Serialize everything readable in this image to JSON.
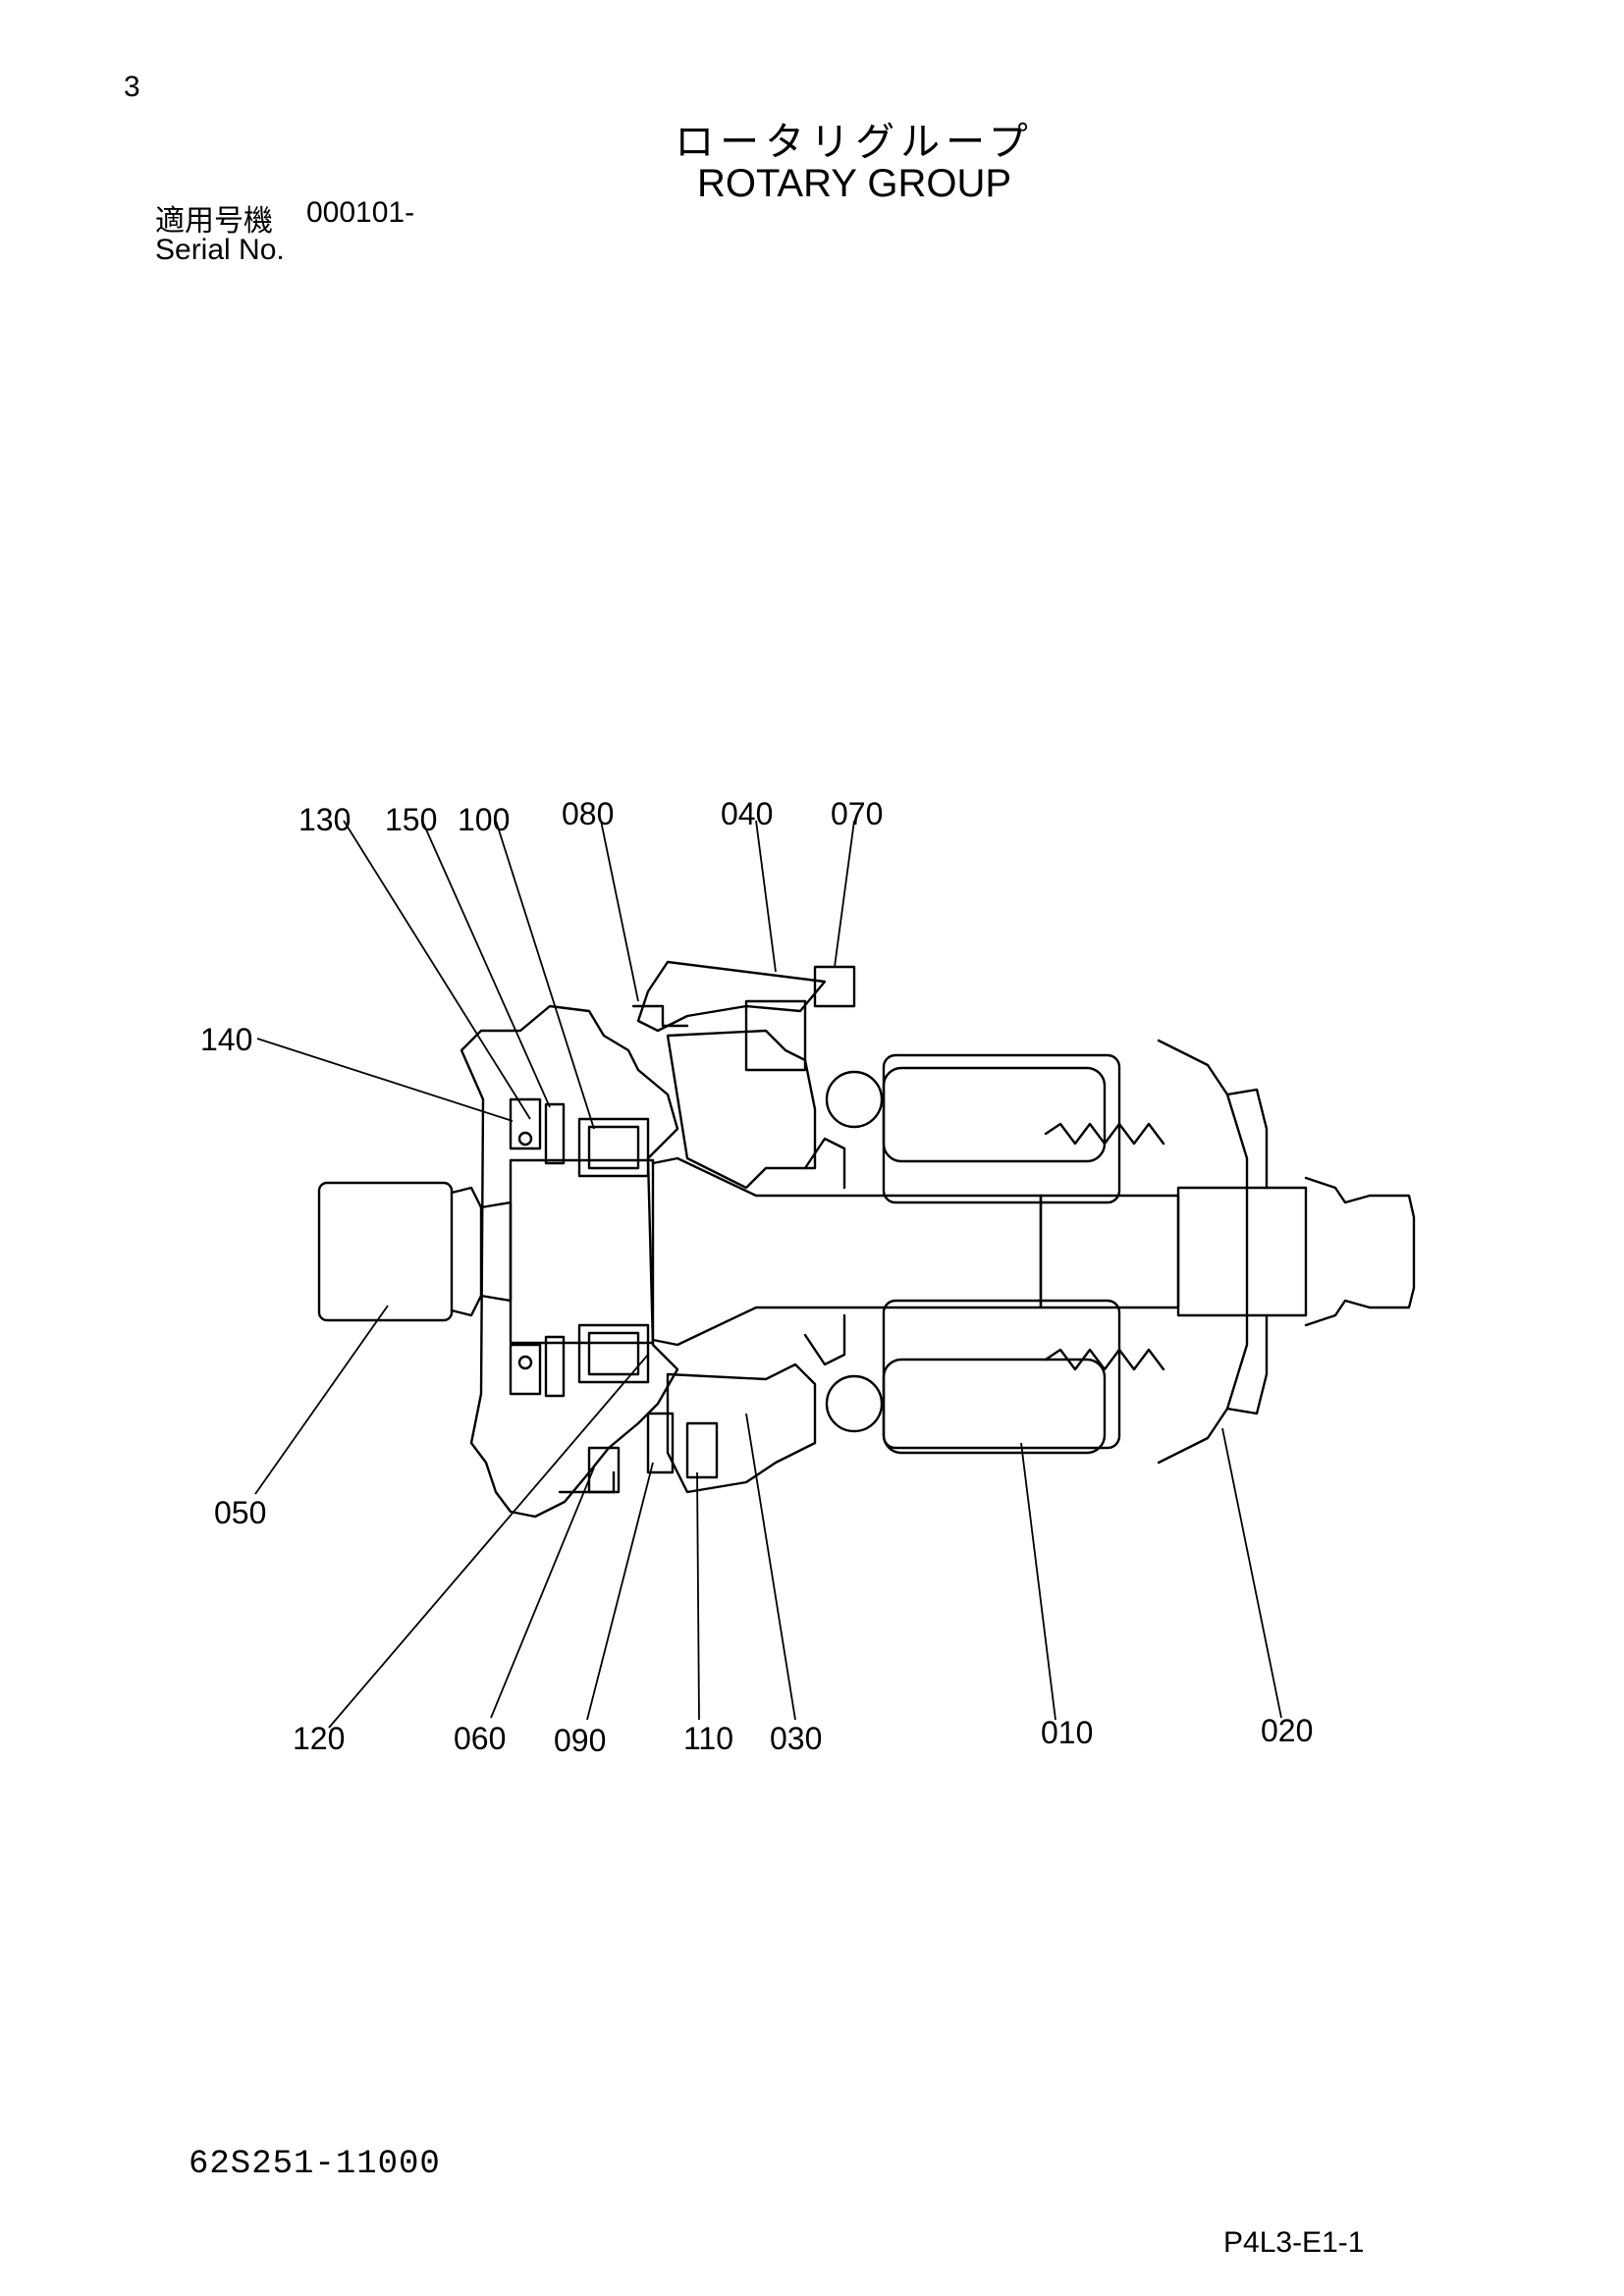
{
  "header": {
    "page_number": "3",
    "title_jp": "ロータリグループ",
    "title_en": "ROTARY GROUP",
    "serial_label_jp": "適用号機",
    "serial_value": "000101-",
    "serial_label_en": "Serial No."
  },
  "footer": {
    "drawing_number": "62S251-11000",
    "page_code": "P4L3-E1-1"
  },
  "parts": [
    {
      "id": "130",
      "label": "130"
    },
    {
      "id": "150",
      "label": "150"
    },
    {
      "id": "100",
      "label": "100"
    },
    {
      "id": "080",
      "label": "080"
    },
    {
      "id": "040",
      "label": "040"
    },
    {
      "id": "070",
      "label": "070"
    },
    {
      "id": "140",
      "label": "140"
    },
    {
      "id": "050",
      "label": "050"
    },
    {
      "id": "120",
      "label": "120"
    },
    {
      "id": "060",
      "label": "060"
    },
    {
      "id": "090",
      "label": "090"
    },
    {
      "id": "110",
      "label": "110"
    },
    {
      "id": "030",
      "label": "030"
    },
    {
      "id": "010",
      "label": "010"
    },
    {
      "id": "020",
      "label": "020"
    }
  ]
}
